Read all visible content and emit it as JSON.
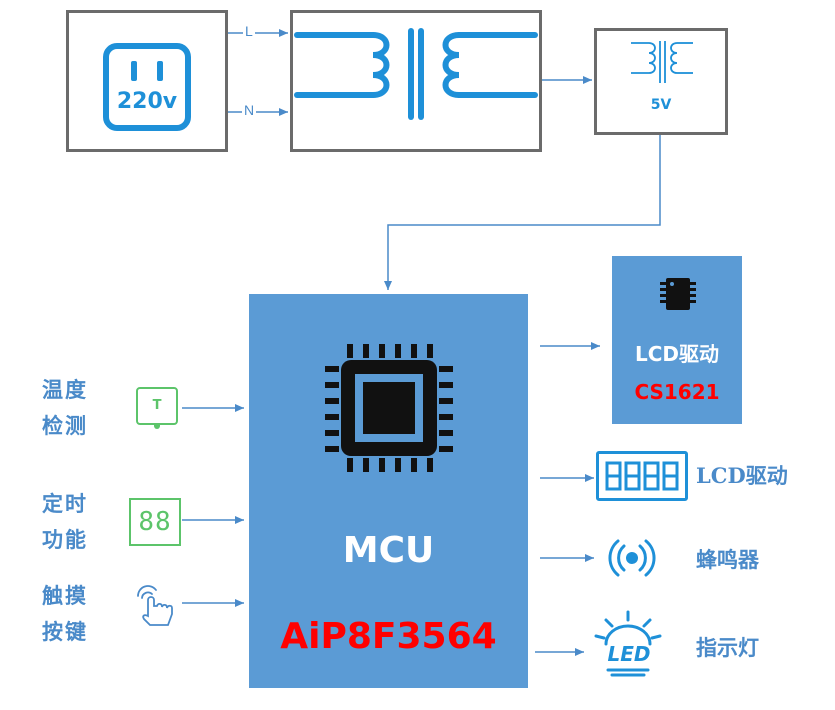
{
  "power": {
    "socket_label": "220v",
    "line_l": "L",
    "line_n": "N",
    "regulator_label": "5V"
  },
  "mcu": {
    "title": "MCU",
    "part": "AiP8F3564"
  },
  "lcd_driver_box": {
    "title": "LCD驱动",
    "part": "CS1621"
  },
  "inputs": {
    "temperature": [
      "温度",
      "检测"
    ],
    "timer": [
      "定时",
      "功能"
    ],
    "touch": [
      "触摸",
      "按键"
    ]
  },
  "outputs": {
    "lcd": "LCD驱动",
    "buzzer": "蜂鸣器",
    "indicator": "指示灯"
  },
  "icons": {
    "timer_display": "88",
    "led_text": "LED",
    "temp_symbol": "T"
  },
  "colors": {
    "accent_blue": "#1e90d8",
    "box_blue": "#5b9bd5",
    "part_red": "#ff0000",
    "green": "#5cc46a",
    "frame_gray": "#6b6b6b"
  }
}
